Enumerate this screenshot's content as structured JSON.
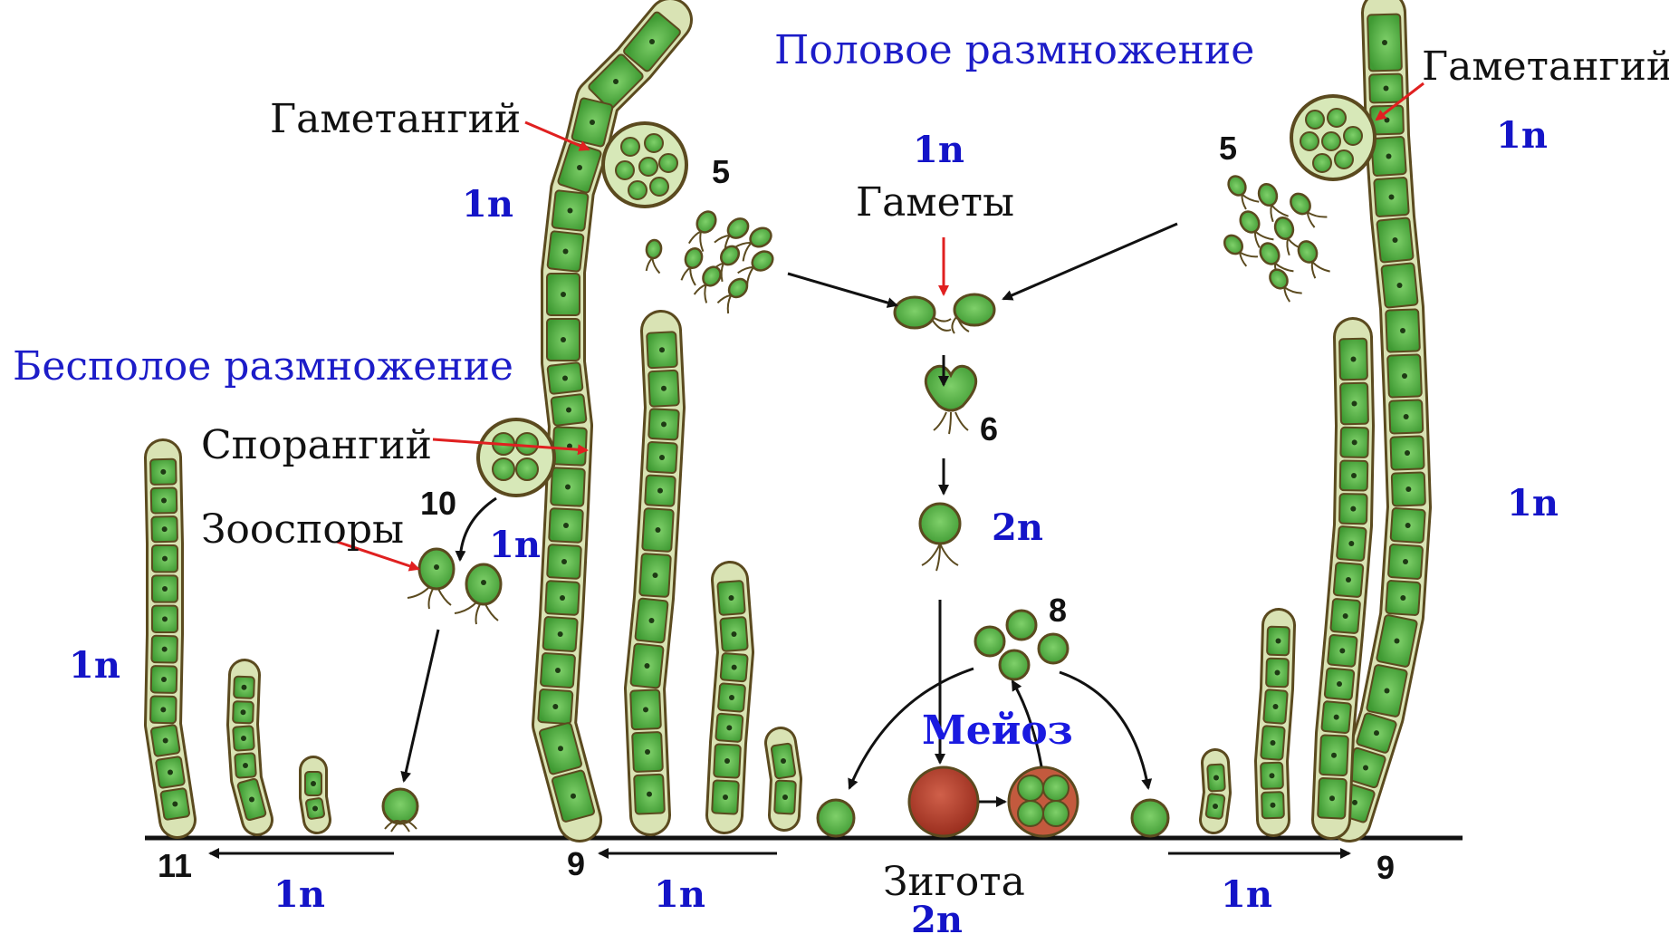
{
  "titles": {
    "sexual": "Половое размножение",
    "asexual": "Бесполое размножение"
  },
  "labels": {
    "gametangium_left": "Гаметангий",
    "gametangium_right": "Гаметангий",
    "gametes": "Гаметы",
    "sporangium": "Спорангий",
    "zoospores": "Зооспоры",
    "zygote": "Зигота",
    "meiosis": "Мейоз"
  },
  "ploidy": {
    "haploid": "1n",
    "diploid": "2n"
  },
  "stage_numbers": {
    "gametes_left": "5",
    "gametes_right": "5",
    "fusion": "6",
    "meiosis_products": "8",
    "germination_left": "9",
    "germination_right": "9",
    "zoospores": "10",
    "zoospore_germination": "11"
  },
  "colors": {
    "cell_fill": "#4fae3e",
    "cell_wall": "#5b4a1f",
    "zygote": "#b8422e",
    "title_blue": "#1c1cc8",
    "ploidy_blue": "#1414c8",
    "pointer_red": "#e02020"
  }
}
